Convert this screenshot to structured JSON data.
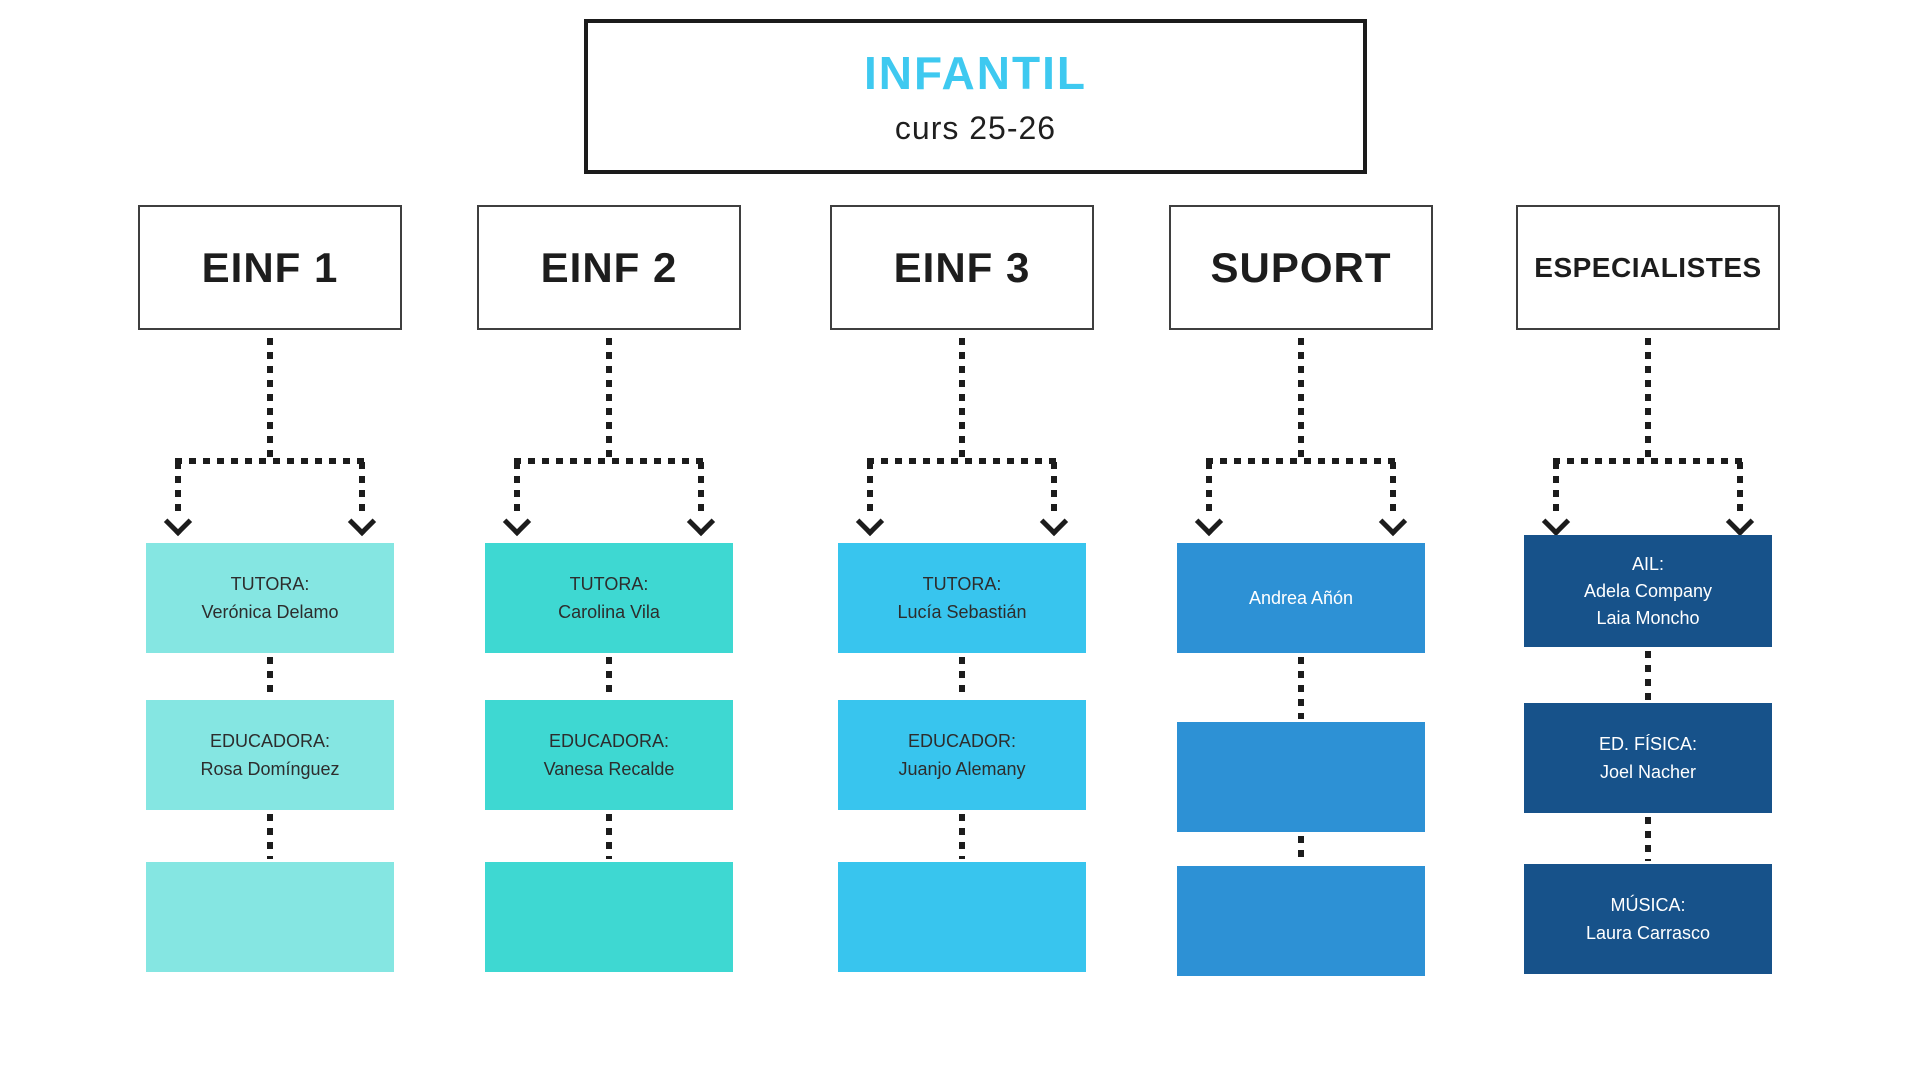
{
  "theme": {
    "background": "#FFFFFF",
    "connector_color": "#1C1C1C",
    "box_border_color": "#3F3F3F"
  },
  "title": {
    "main": "INFANTIL",
    "main_color": "#3EC9F0",
    "subtitle": "curs 25-26"
  },
  "columns": [
    {
      "id": "einf1",
      "header": "EINF 1",
      "box_color": "#85E6E2",
      "box_text_color": "#2D2D2D",
      "boxes": [
        {
          "lines": [
            "TUTORA:",
            "Verónica Delamo"
          ]
        },
        {
          "lines": [
            "EDUCADORA:",
            "Rosa Domínguez"
          ]
        },
        {
          "lines": []
        }
      ]
    },
    {
      "id": "einf2",
      "header": "EINF 2",
      "box_color": "#3ED8D2",
      "box_text_color": "#2D2D2D",
      "boxes": [
        {
          "lines": [
            "TUTORA:",
            "Carolina Vila"
          ]
        },
        {
          "lines": [
            "EDUCADORA:",
            "Vanesa Recalde"
          ]
        },
        {
          "lines": []
        }
      ]
    },
    {
      "id": "einf3",
      "header": "EINF 3",
      "box_color": "#38C5EE",
      "box_text_color": "#2D2D2D",
      "boxes": [
        {
          "lines": [
            "TUTORA:",
            "Lucía Sebastián"
          ]
        },
        {
          "lines": [
            "EDUCADOR:",
            "Juanjo Alemany"
          ]
        },
        {
          "lines": []
        }
      ]
    },
    {
      "id": "suport",
      "header": "SUPORT",
      "box_color": "#2D91D5",
      "box_text_color": "#FFFFFF",
      "boxes": [
        {
          "lines": [
            "Andrea Añón"
          ]
        },
        {
          "lines": []
        },
        {
          "lines": []
        }
      ]
    },
    {
      "id": "especialistes",
      "header": "ESPECIALISTES",
      "box_color": "#17528A",
      "box_text_color": "#FFFFFF",
      "boxes": [
        {
          "lines": [
            "AIL:",
            "Adela Company",
            "Laia Moncho"
          ]
        },
        {
          "lines": [
            "ED. FÍSICA:",
            "Joel Nacher"
          ]
        },
        {
          "lines": [
            "MÚSICA:",
            "Laura Carrasco"
          ]
        }
      ]
    }
  ]
}
